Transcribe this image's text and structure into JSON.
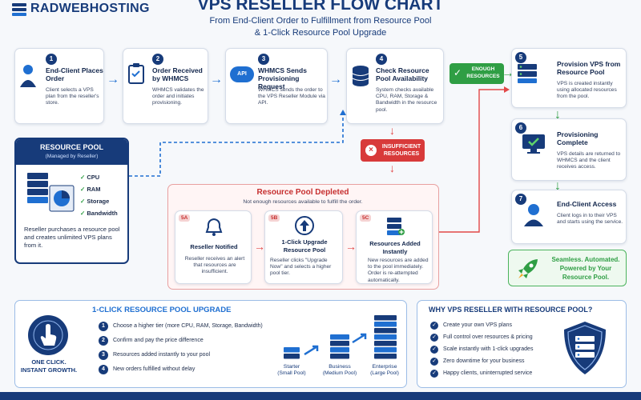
{
  "brand": {
    "name": "RadWebHosting"
  },
  "header": {
    "title": "VPS RESELLER FLOW CHART",
    "subtitle_1": "From End-Client Order to Fulfillment from Resource Pool",
    "subtitle_2": "& 1-Click Resource Pool Upgrade"
  },
  "steps": [
    {
      "num": "1",
      "title": "End-Client Places Order",
      "desc": "Client selects a VPS plan from the reseller's store."
    },
    {
      "num": "2",
      "title": "Order Received by WHMCS",
      "desc": "WHMCS validates the order and initiates provisioning."
    },
    {
      "num": "3",
      "title": "WHMCS Sends Provisioning Request",
      "desc": "WHMCS sends the order to the VPS Reseller Module via API.",
      "icon": "API"
    },
    {
      "num": "4",
      "title": "Check Resource Pool Availability",
      "desc": "System checks available CPU, RAM, Storage & Bandwidth in the resource pool."
    },
    {
      "num": "5",
      "title": "Provision VPS from Resource Pool",
      "desc": "VPS is created instantly using allocated resources from the pool."
    },
    {
      "num": "6",
      "title": "Provisioning Complete",
      "desc": "VPS details are returned to WHMCS and the client receives access."
    },
    {
      "num": "7",
      "title": "End-Client Access",
      "desc": "Client logs in to their VPS and starts using the service."
    }
  ],
  "badges": {
    "enough": "ENOUGH RESOURCES",
    "insufficient": "INSUFFICIENT RESOURCES"
  },
  "pool": {
    "title": "RESOURCE POOL",
    "subtitle": "(Managed by Reseller)",
    "items": [
      "CPU",
      "RAM",
      "Storage",
      "Bandwidth"
    ],
    "desc": "Reseller purchases a resource pool and creates unlimited VPS plans from it."
  },
  "depleted": {
    "title": "Resource Pool Depleted",
    "subtitle": "Not enough resources available to fulfill the order.",
    "steps": [
      {
        "num": "5A",
        "title": "Reseller Notified",
        "desc": "Reseller receives an alert that resources are insufficient."
      },
      {
        "num": "5B",
        "title": "1-Click Upgrade Resource Pool",
        "desc": "Reseller clicks \"Upgrade Now\" and selects a higher pool tier."
      },
      {
        "num": "5C",
        "title": "Resources Added Instantly",
        "desc": "New resources are added to the pool immediately. Order is re-attempted automatically."
      }
    ]
  },
  "tagline": {
    "line1": "Seamless. Automated.",
    "line2": "Powered by Your",
    "line3": "Resource Pool."
  },
  "upgrade": {
    "title": "1-CLICK RESOURCE POOL UPGRADE",
    "caption_1": "ONE CLICK.",
    "caption_2": "INSTANT GROWTH.",
    "steps": [
      {
        "num": "1",
        "text": "Choose a higher tier (more CPU, RAM, Storage, Bandwidth)"
      },
      {
        "num": "2",
        "text": "Confirm and pay the price difference"
      },
      {
        "num": "3",
        "text": "Resources added instantly to your pool"
      },
      {
        "num": "4",
        "text": "New orders fulfilled without delay"
      }
    ],
    "tiers": [
      {
        "name": "Starter",
        "size": "(Small Pool)",
        "level": 0.35
      },
      {
        "name": "Business",
        "size": "(Medium Pool)",
        "level": 0.6
      },
      {
        "name": "Enterprise",
        "size": "(Large Pool)",
        "level": 1.0
      }
    ]
  },
  "why": {
    "title": "WHY VPS RESELLER WITH RESOURCE POOL?",
    "items": [
      "Create your own VPS plans",
      "Full control over resources & pricing",
      "Scale instantly with 1-click upgrades",
      "Zero downtime for your business",
      "Happy clients, uninterrupted service"
    ]
  },
  "colors": {
    "navy": "#173b7a",
    "blue": "#1f6fd1",
    "green": "#2f9e44",
    "red": "#e24848"
  }
}
